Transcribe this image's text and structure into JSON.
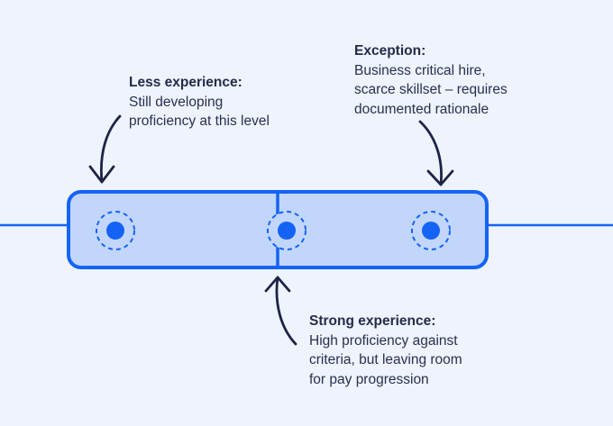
{
  "colors": {
    "background": "#EEF3FD",
    "band_fill": "#C2D6FB",
    "accent": "#1463F5",
    "arrow": "#1E2347",
    "text": "#2A2F4E"
  },
  "annotations": {
    "less": {
      "title": "Less experience:",
      "lines": [
        "Still developing",
        "proficiency at this level"
      ]
    },
    "exception": {
      "title": "Exception:",
      "lines": [
        "Business critical hire,",
        "scarce skillset – requires",
        "documented rationale"
      ]
    },
    "strong": {
      "title": "Strong experience:",
      "lines": [
        "High proficiency against",
        "criteria, but leaving room",
        "for pay progression"
      ]
    }
  },
  "markers": [
    {
      "name": "less-experience-marker"
    },
    {
      "name": "strong-experience-marker"
    },
    {
      "name": "exception-marker"
    }
  ]
}
